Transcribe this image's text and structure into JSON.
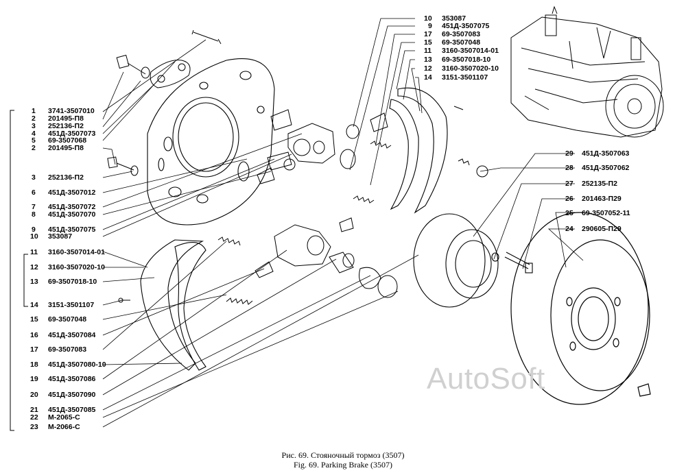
{
  "left_labels": [
    {
      "num": "1",
      "code": "3741-3507010"
    },
    {
      "num": "2",
      "code": "201495-П8"
    },
    {
      "num": "3",
      "code": "252136-П2"
    },
    {
      "num": "4",
      "code": "451Д-3507073"
    },
    {
      "num": "5",
      "code": "69-3507068"
    },
    {
      "num": "2",
      "code": "201495-П8"
    },
    {
      "num": "3",
      "code": "252136-П2"
    },
    {
      "num": "6",
      "code": "451Д-3507012"
    },
    {
      "num": "7",
      "code": "451Д-3507072"
    },
    {
      "num": "8",
      "code": "451Д-3507070"
    },
    {
      "num": "9",
      "code": "451Д-3507075"
    },
    {
      "num": "10",
      "code": "353087"
    },
    {
      "num": "11",
      "code": "3160-3507014-01"
    },
    {
      "num": "12",
      "code": "3160-3507020-10"
    },
    {
      "num": "13",
      "code": "69-3507018-10"
    },
    {
      "num": "14",
      "code": "3151-3501107"
    },
    {
      "num": "15",
      "code": "69-3507048"
    },
    {
      "num": "16",
      "code": "451Д-3507084"
    },
    {
      "num": "17",
      "code": "69-3507083"
    },
    {
      "num": "18",
      "code": "451Д-3507080-10"
    },
    {
      "num": "19",
      "code": "451Д-3507086"
    },
    {
      "num": "20",
      "code": "451Д-3507090"
    },
    {
      "num": "21",
      "code": "451Д-3507085"
    },
    {
      "num": "22",
      "code": "М-2065-С"
    },
    {
      "num": "23",
      "code": "М-2066-С"
    }
  ],
  "top_labels": [
    {
      "num": "10",
      "code": "353087"
    },
    {
      "num": "9",
      "code": "451Д-3507075"
    },
    {
      "num": "17",
      "code": "69-3507083"
    },
    {
      "num": "15",
      "code": "69-3507048"
    },
    {
      "num": "11",
      "code": "3160-3507014-01"
    },
    {
      "num": "13",
      "code": "69-3507018-10"
    },
    {
      "num": "12",
      "code": "3160-3507020-10"
    },
    {
      "num": "14",
      "code": "3151-3501107"
    }
  ],
  "right_labels": [
    {
      "num": "29",
      "code": "451Д-3507063"
    },
    {
      "num": "28",
      "code": "451Д-3507062"
    },
    {
      "num": "27",
      "code": "252135-П2"
    },
    {
      "num": "26",
      "code": "201463-П29"
    },
    {
      "num": "25",
      "code": "69-3507052-11"
    },
    {
      "num": "24",
      "code": "290605-П29"
    }
  ],
  "watermark": "AutoSoft",
  "caption_ru": "Рис. 69. Стояночный тормоз (3507)",
  "caption_en": "Fig. 69. Parking Brake (3507)"
}
